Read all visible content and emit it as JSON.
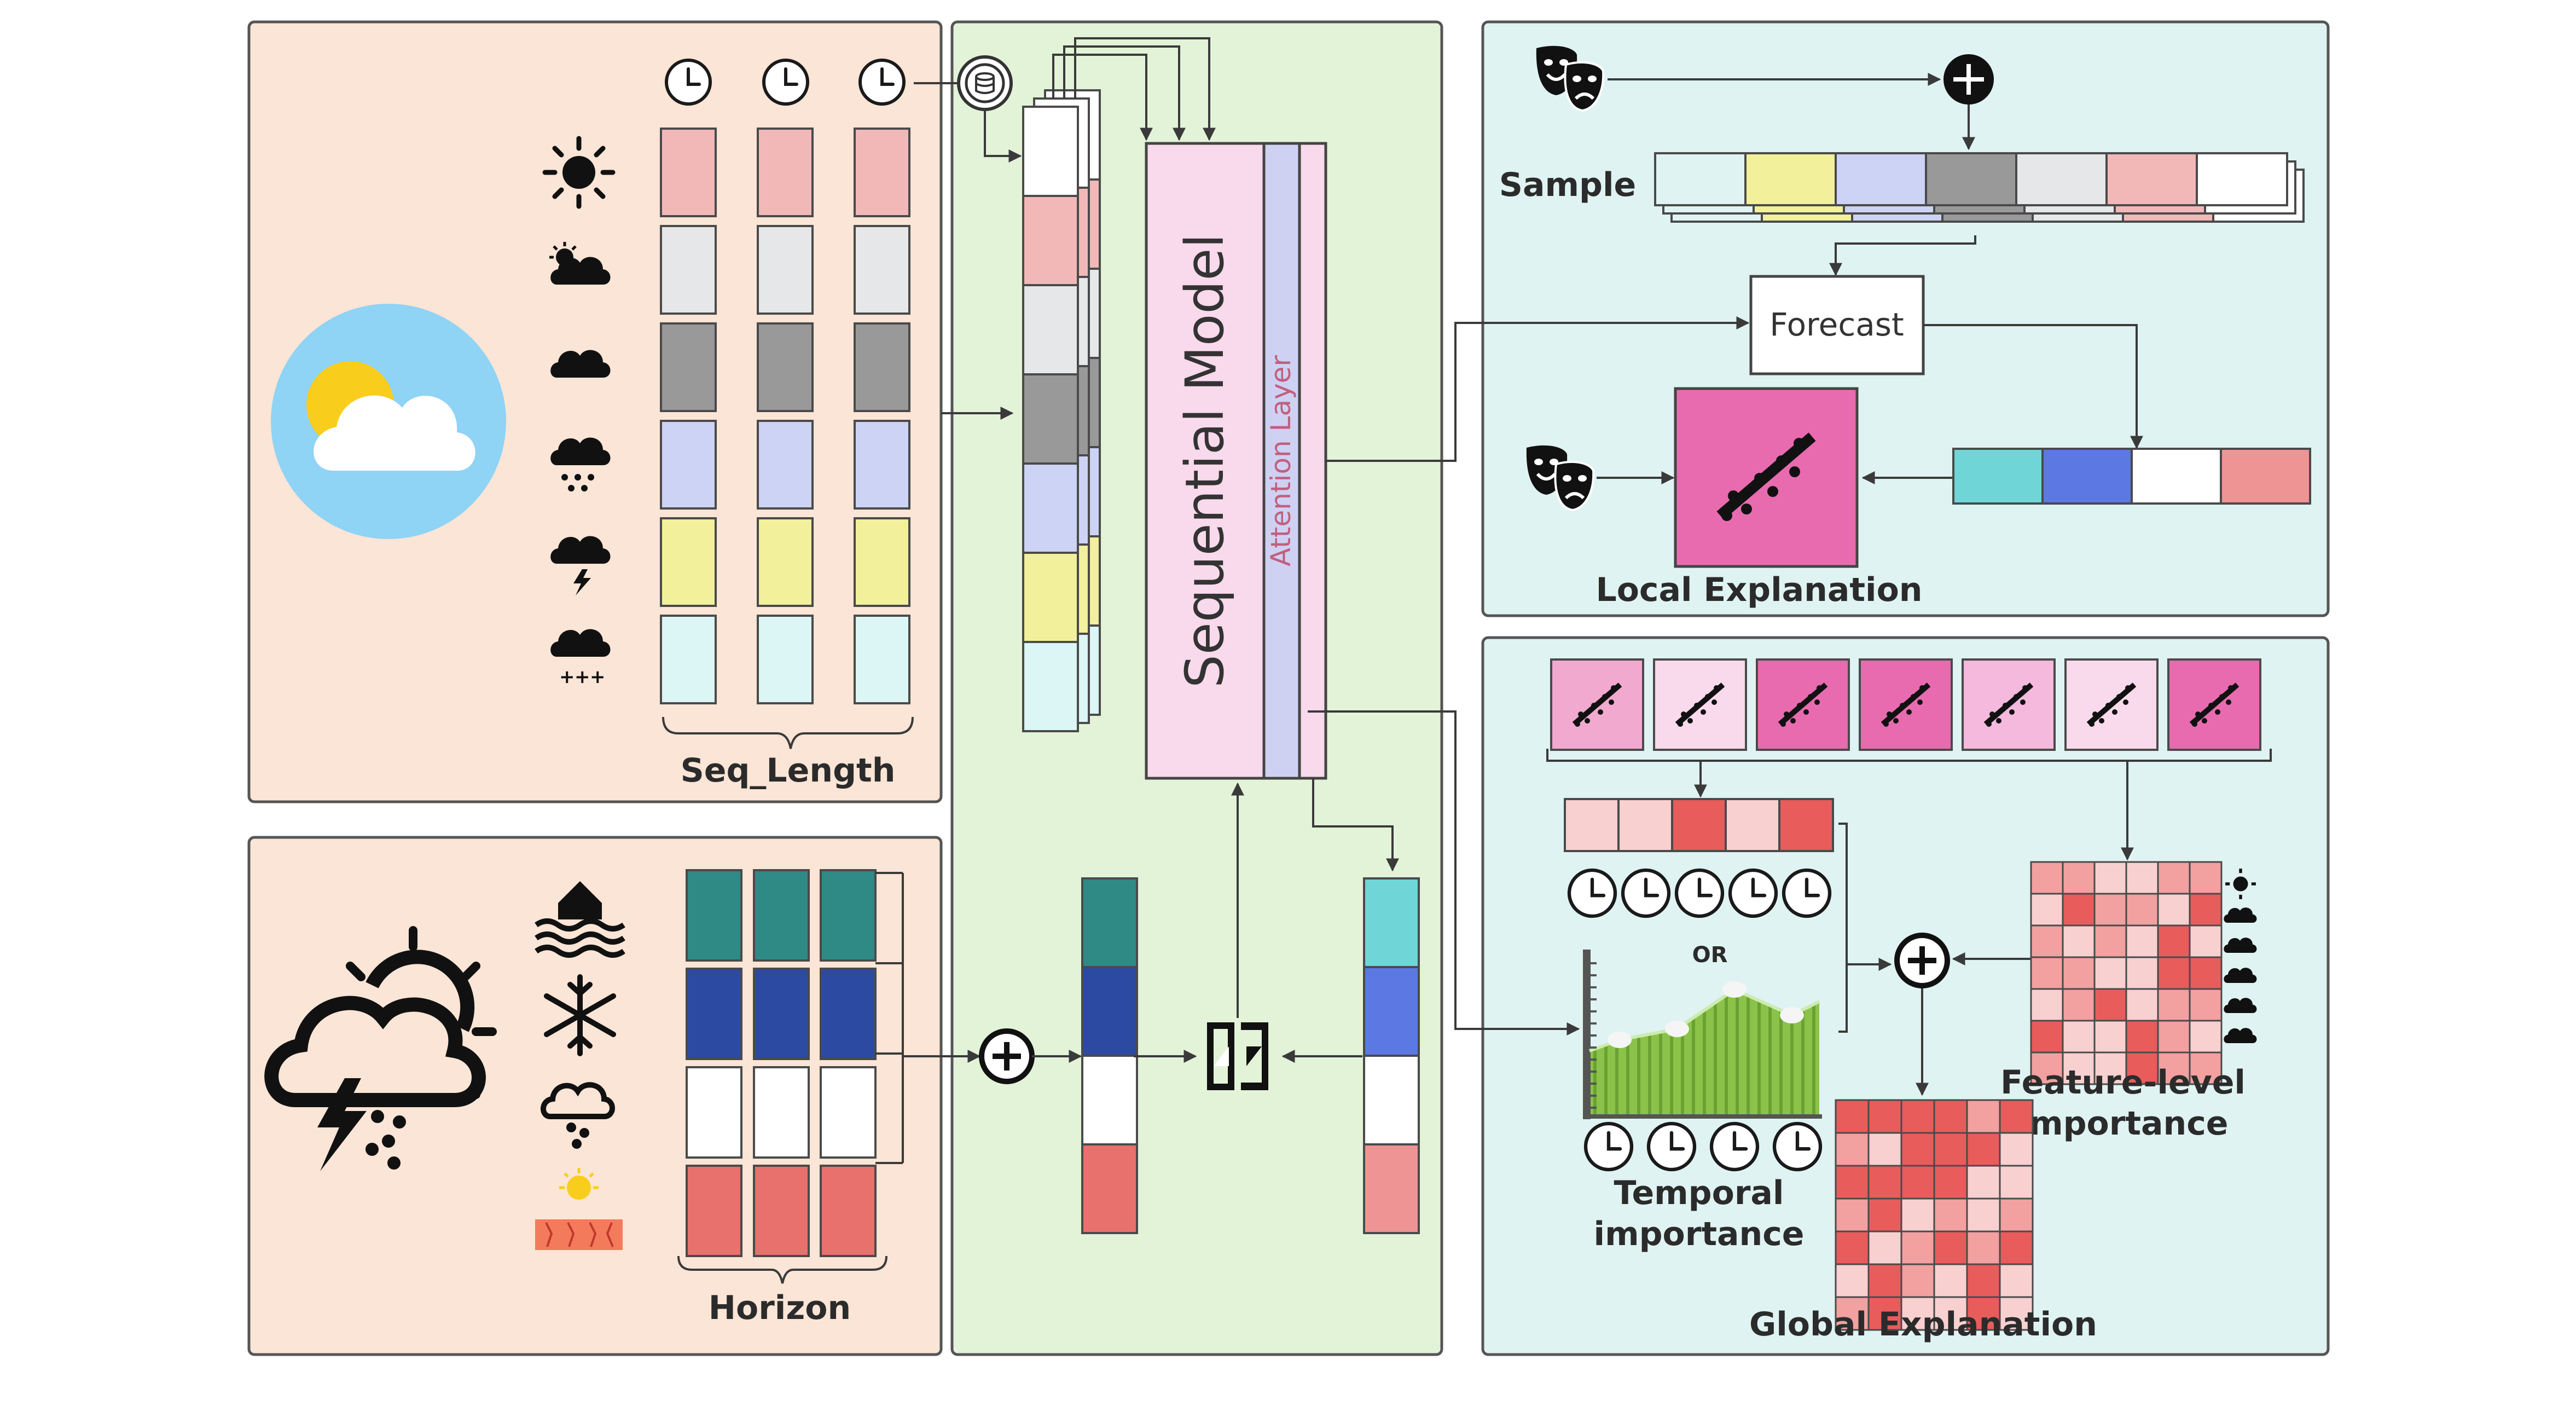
{
  "labels": {
    "seq_length": "Seq_Length",
    "horizon": "Horizon",
    "sequential_model": "Sequential Model",
    "attention_layer": "Attention Layer",
    "sample": "Sample",
    "forecast": "Forecast",
    "local_explanation": "Local Explanation",
    "or": "OR",
    "temporal_importance_line1": "Temporal",
    "temporal_importance_line2": "importance",
    "feature_importance_line1": "Feature-level",
    "feature_importance_line2": "importance",
    "global_explanation": "Global Explanation"
  },
  "colors": {
    "panel_input_bg": "#fbe5d6",
    "panel_model_bg": "#e3f3d8",
    "panel_explain_bg": "#dff3f2",
    "sunny_pink": "#f2b8b8",
    "light_gray": "#e6e7e9",
    "dark_gray": "#999999",
    "lavender": "#cdd3f5",
    "pale_yellow": "#f2f09a",
    "pale_cyan": "#dcf5f5",
    "teal": "#2f8a86",
    "navy": "#2d4aa3",
    "salmon_red": "#e8706d",
    "cyan_out": "#6fd5d6",
    "blue_out": "#5b78e3",
    "pink_out": "#ef9494",
    "attention_purple": "#cfd1f3",
    "model_pink": "#f9d9ec",
    "explanation_magenta": "#e86bb0"
  },
  "icons": [
    "clock-icon",
    "sun-icon",
    "partly-cloudy-icon",
    "cloud-icon",
    "rain-icon",
    "thunderstorm-icon",
    "snow-cloud-icon",
    "weather-logo-icon",
    "flood-icon",
    "snowflake-icon",
    "hail-icon",
    "heat-icon",
    "storm-sun-icon",
    "database-icon",
    "plus-icon",
    "theatre-masks-icon",
    "swap-icon",
    "scatter-plot-icon"
  ]
}
